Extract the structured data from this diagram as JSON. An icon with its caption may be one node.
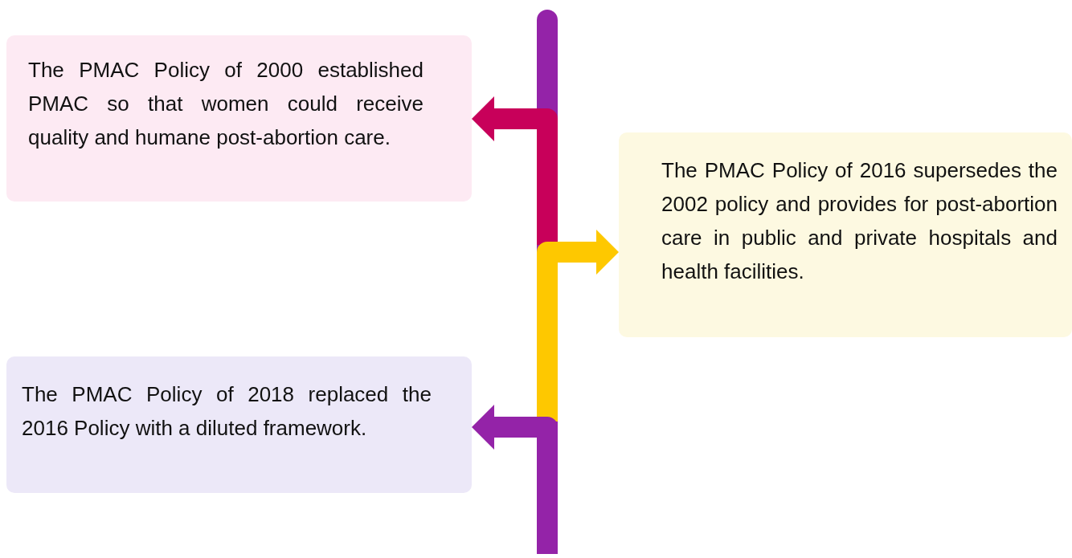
{
  "diagram": {
    "nodes": [
      {
        "text": [
          "The PMAC Policy of 2000 established PMAC so that women could receive quality and humane post-abortion care."
        ]
      },
      {
        "text": [
          "The PMAC Policy of 2016 supersedes the 2002 policy and provides for post-abortion care in public and private hospitals and health facilities."
        ]
      },
      {
        "text": [
          "The PMAC Policy of 2018 replaced the 2016 Policy with a diluted framework."
        ]
      },
      {
        "text": [],
        "shape": "bar"
      }
    ],
    "edges": [
      {
        "from": 3,
        "to": 0,
        "arrow": "to",
        "color": "#c8005a"
      },
      {
        "from": 3,
        "to": 1,
        "arrow": "to",
        "color": "#fec800"
      },
      {
        "from": 3,
        "to": 2,
        "arrow": "to",
        "color": "#9423a8"
      }
    ]
  }
}
